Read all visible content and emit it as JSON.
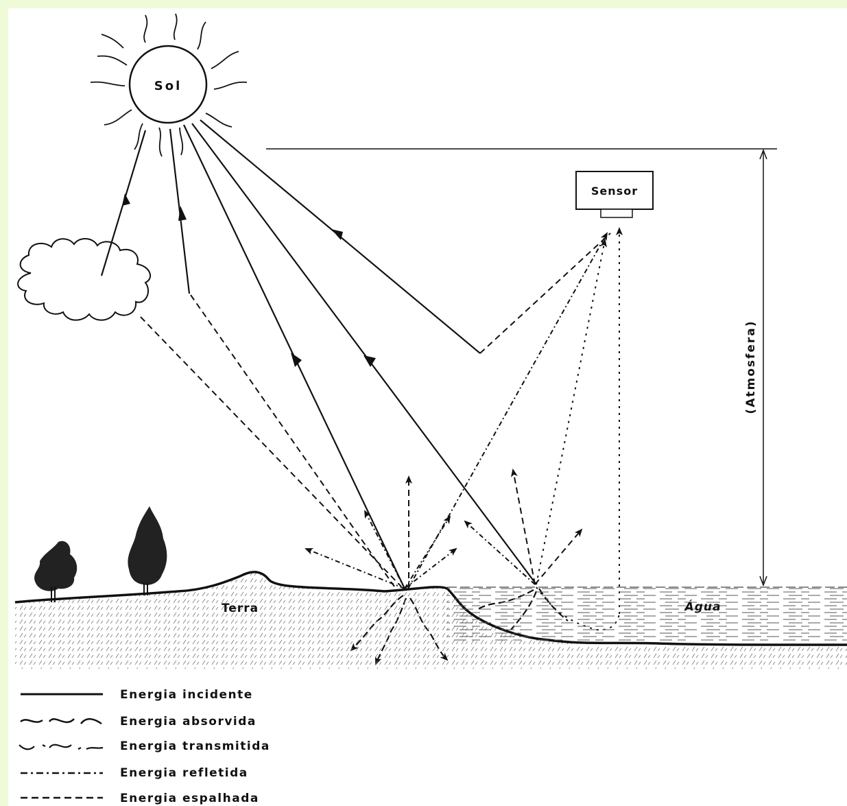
{
  "labels": {
    "sun": "Sol",
    "sensor": "Sensor",
    "atmosphere": "(Atmosfera)",
    "land": "Terra",
    "water": "Água"
  },
  "legend": [
    {
      "key": "incident",
      "text": "Energia incidente"
    },
    {
      "key": "absorbed",
      "text": "Energia absorvida"
    },
    {
      "key": "transmitted",
      "text": "Energia transmitida"
    },
    {
      "key": "reflected",
      "text": "Energia refletida"
    },
    {
      "key": "scattered",
      "text": "Energia espalhada"
    }
  ],
  "colors": {
    "page_border": "#eefbd6",
    "ink": "#111111",
    "background": "#ffffff"
  }
}
